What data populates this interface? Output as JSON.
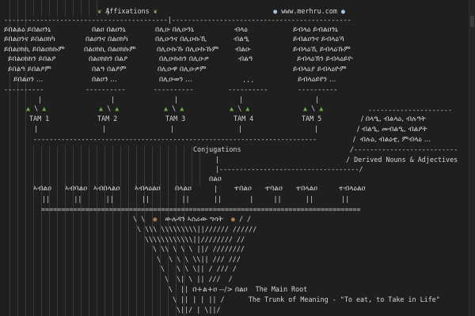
{
  "header": {
    "affixations_label": "🌿 Affixations 🌿",
    "website_label": "🌐 www.merhru.com 🌐"
  },
  "affixation_columns": [
    {
      "rows": [
        "ይበልልዕ ይበልዐንኒ",
        "ይበልዐንና ይበልዐክካ",
        "ይበልዐክኪ ይበልዐክኩም",
        "ይበልዐክክን ይበልዖ",
        "ይበልዓ ይበልዖም",
        "ይበልዐን ..."
      ],
      "tam_label": "TAM 1"
    },
    {
      "rows": [
        "በልዐ በልዐንኒ",
        "በልዐንና በልዐክካ",
        "በልዐክኪ በልዐክኩም",
        "በልዐክክን በልዖ",
        "በልዓ በልዖም",
        "በልዐን ..."
      ],
      "tam_label": "TAM 2"
    },
    {
      "rows": [
        "በሊዑ በሊዑንኒ",
        "በሊዑንና በሊዑኩኺ",
        "በሊዑኩኹ በሊዑኩኹም",
        "በሊዑኩክን በሊዑዎ",
        "በሊዑዋ በሊዑዎም",
        "በሊዑወን ..."
      ],
      "tam_label": "TAM 3"
    },
    {
      "rows": [
        "ብላዕ",
        "ብልዒ",
        "ብልዑ",
        "ብልዓ",
        "",
        "..."
      ],
      "tam_label": "TAM 4"
    },
    {
      "rows": [
        "ይብላዕ ይብልዐንኒ",
        "ይብልዐንና ይብላዕኻ",
        "ይብላዕኺ ይብላዕኹም",
        "ይብላዕኽን ይብላዕይዮ",
        "ይብላዕያ ይብላዕዮም",
        "ይብላዕይየን ..."
      ],
      "tam_label": "TAM 5"
    }
  ],
  "derived": {
    "lines": [
      "/ በላዒ, ብልላዕ, ብሉዓት",
      "/ ብልዒ, መብልዒ, ብልዖት",
      "/  ብሉዕ, ብልዕቲ, ምብላዕ ..."
    ],
    "label": "/ Derived Nouns & Adjectives"
  },
  "conjugations": {
    "label": "Conjugations",
    "root_form": "በልዐ",
    "forms_left": [
      "ኣብልዐ",
      "ኣብባልዐ",
      "ኣብበላልዐ",
      "ኣብላዕልዐ",
      "በላልዐ"
    ],
    "forms_right": [
      "ተበልዐ",
      "ተባልዐ",
      "ተበላልዐ",
      "ተብላዕልዐ"
    ]
  },
  "trunk": {
    "canopy_title": "ውሉዳን ኣስራው ግሳት",
    "root_formula": "በ+ል+ዐ --/> በልዐ",
    "main_root_label": "The Main Root",
    "meaning_label": "The Trunk of Meaning - \"To eat, to Take in Life\""
  },
  "icons": {
    "leaf": "leaf-icon",
    "globe": "globe-icon",
    "tree": "tree-icon",
    "bag": "bag-icon"
  },
  "colors": {
    "background": "#1f1f1f",
    "text": "#d6d6d6",
    "tree_green": "#6aa84f",
    "guide": "#3a3a3a"
  }
}
